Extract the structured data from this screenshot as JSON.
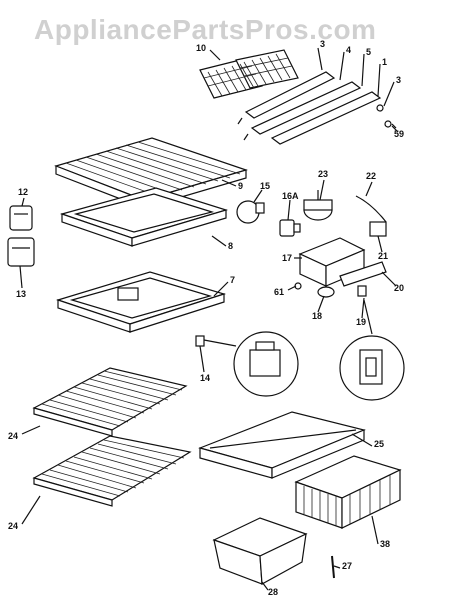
{
  "watermark": "AppliancePartsPros.com",
  "callouts": {
    "p1": "1",
    "p3": "3",
    "p3b": "3",
    "p4": "4",
    "p5": "5",
    "p7": "7",
    "p8": "8",
    "p9": "9",
    "p10": "10",
    "p12": "12",
    "p13": "13",
    "p14": "14",
    "p15": "15",
    "p16a": "16A",
    "p17": "17",
    "p18": "18",
    "p19": "19",
    "p20": "20",
    "p21": "21",
    "p22": "22",
    "p23": "23",
    "p24a": "24",
    "p24b": "24",
    "p25": "25",
    "p27": "27",
    "p28": "28",
    "p38": "38",
    "p59": "59",
    "p61": "61"
  }
}
